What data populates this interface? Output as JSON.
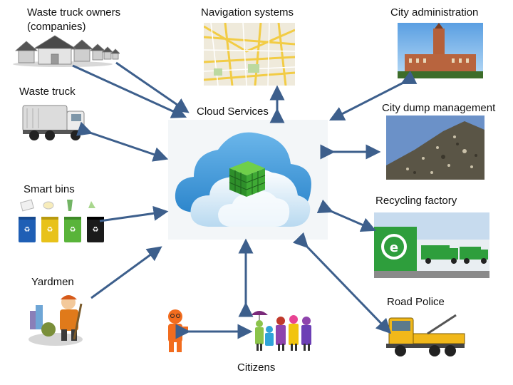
{
  "center": {
    "label": "Cloud Services"
  },
  "nodes": {
    "waste_truck_owners": {
      "label_line1": "Waste truck owners",
      "label_line2": "(companies)"
    },
    "navigation_systems": {
      "label": "Navigation systems"
    },
    "city_administration": {
      "label": "City administration"
    },
    "waste_truck": {
      "label": "Waste truck"
    },
    "city_dump_management": {
      "label": "City dump management"
    },
    "smart_bins": {
      "label": "Smart bins"
    },
    "recycling_factory": {
      "label": "Recycling factory"
    },
    "yardmen": {
      "label": "Yardmen"
    },
    "road_police": {
      "label": "Road Police"
    },
    "citizens": {
      "label": "Citizens"
    }
  },
  "colors": {
    "arrow": "#3d5f8c",
    "cloud_dark": "#3a93d6",
    "cloud_light": "#bfe0f6",
    "bin_blue": "#1f5fb5",
    "bin_yellow": "#e8c21a",
    "bin_green": "#59b43a",
    "bin_black": "#1b1b1b",
    "recycling_green": "#2e9e3c",
    "truck_yellow": "#f1b81a"
  }
}
